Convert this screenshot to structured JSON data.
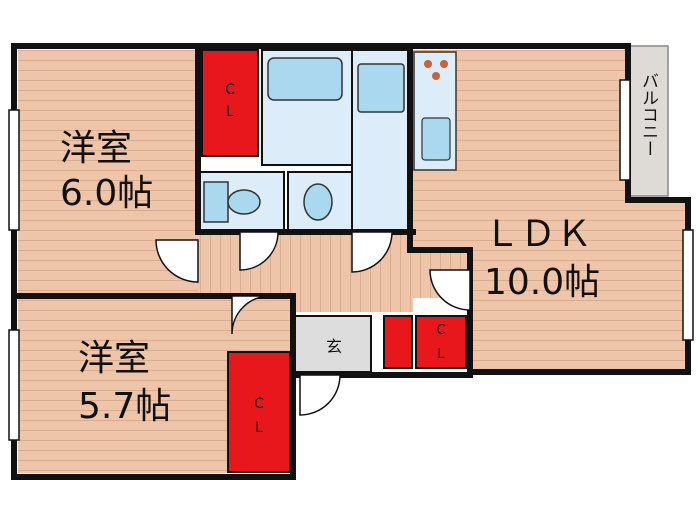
{
  "rooms": {
    "western_room_1": {
      "name": "洋室",
      "size": "6.0帖"
    },
    "western_room_2": {
      "name": "洋室",
      "size": "5.7帖"
    },
    "ldk": {
      "name": "ＬＤＫ",
      "size": "10.0帖"
    },
    "entrance": {
      "name": "玄"
    },
    "balcony": {
      "name": "バルコニー"
    }
  },
  "closets": {
    "cl_top": "C\nL",
    "cl_bottom": "C\nL",
    "cl_entry": "C\nL"
  },
  "colors": {
    "wall": "#111111",
    "wood_floor": "#eec5a8",
    "wood_line": "#c99277",
    "closet": "#e8171b",
    "wet_area": "#dcecf8",
    "fixture": "#a9d8ef",
    "entrance": "#dddddd",
    "balcony": "#dedad6"
  }
}
